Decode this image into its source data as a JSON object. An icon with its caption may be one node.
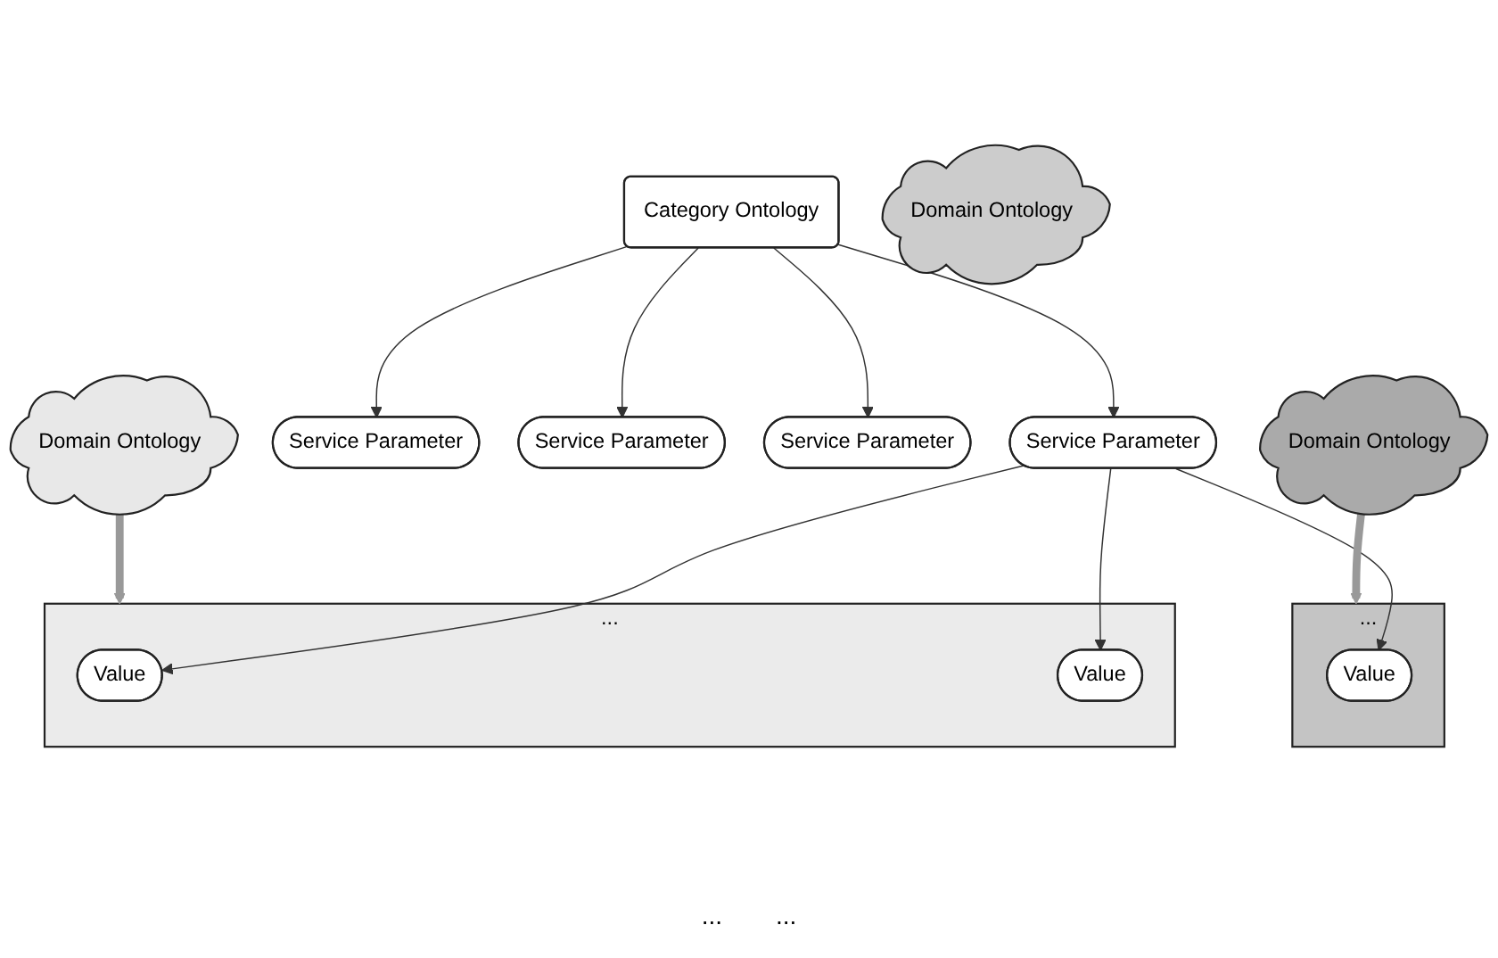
{
  "diagram": {
    "nodes": [
      {
        "text": [
          "Category Ontology"
        ]
      },
      {
        "text": [
          "Service Parameter"
        ]
      },
      {
        "text": [
          "Service Parameter"
        ]
      },
      {
        "text": [
          "Service Parameter"
        ]
      },
      {
        "text": [
          "Service Parameter"
        ]
      },
      {
        "text": [
          "..."
        ]
      },
      {
        "text": [
          "Value"
        ],
        "in": 5
      },
      {
        "text": [
          "Value"
        ],
        "in": 5
      },
      {
        "text": [
          "..."
        ]
      },
      {
        "text": [
          "Value"
        ],
        "in": 8
      },
      {
        "text": [
          "Domain Ontology"
        ]
      },
      {
        "text": [
          "Domain Ontology"
        ]
      },
      {
        "text": [
          "Domain Ontology"
        ]
      }
    ],
    "edges": [
      {
        "from": 0,
        "to": 1,
        "arrow": "to"
      },
      {
        "from": 0,
        "to": 2,
        "arrow": "to"
      },
      {
        "from": 0,
        "to": 3,
        "arrow": "to"
      },
      {
        "from": 0,
        "to": 4,
        "arrow": "to"
      },
      {
        "from": 1,
        "to": 6,
        "arrow": "to"
      },
      {
        "from": 1,
        "to": 7,
        "arrow": "to"
      },
      {
        "from": 1,
        "to": 9,
        "arrow": "to"
      },
      {
        "from": 10,
        "to": 5,
        "arrow": "to",
        "style": "thick",
        "color": "#999999"
      },
      {
        "from": 12,
        "to": 8,
        "arrow": "to",
        "style": "thick",
        "color": "#999999"
      }
    ],
    "labels": [
      "...",
      "..."
    ]
  }
}
